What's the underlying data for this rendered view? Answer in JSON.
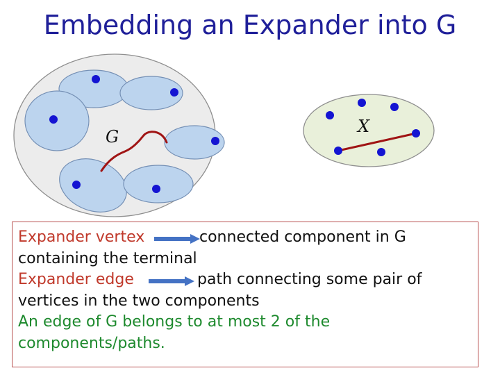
{
  "title": "Embedding an Expander into G",
  "diagram": {
    "graph_label": "G",
    "expander_label": "X"
  },
  "legend": {
    "vertex_term": "Expander vertex",
    "vertex_def_1": "connected component in G",
    "vertex_def_2": "containing the terminal",
    "edge_term": "Expander edge",
    "edge_def_1": "path connecting some pair of",
    "edge_def_2": "vertices in the two components",
    "note_1": "An edge of G belongs to at most 2 of the",
    "note_2": "components/paths."
  },
  "colors": {
    "title": "#1f1f99",
    "vertex": "#1414d2",
    "path": "#a01414",
    "component_fill": "#bcd4ee",
    "graph_fill": "#ececec",
    "expander_fill": "#e9f0da",
    "term_text": "#c0392b",
    "note_text": "#1e8a2e",
    "arrow": "#4472c4"
  }
}
